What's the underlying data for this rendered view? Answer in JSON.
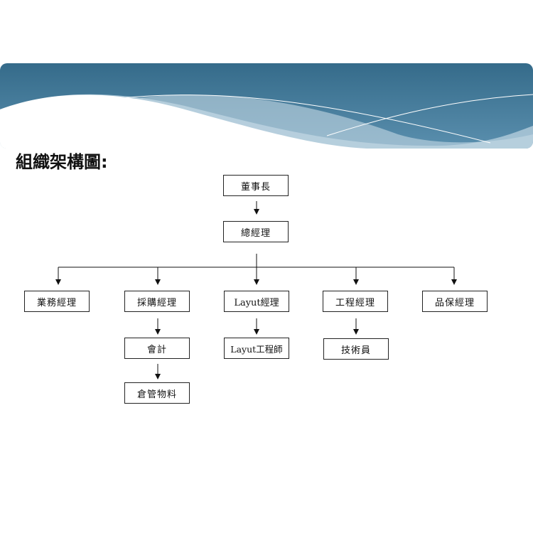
{
  "title": "組織架構圖:",
  "colors": {
    "banner_dark": "#356b8a",
    "banner_light": "#8fb6cc",
    "line": "#111111"
  },
  "nodes": {
    "chairman": "董事長",
    "gm": "總經理",
    "sales_mgr": "業務經理",
    "purchase_mgr": "採購經理",
    "layout_mgr": "Layut經理",
    "eng_mgr": "工程經理",
    "qa_mgr": "品保經理",
    "accounting": "會計",
    "layout_eng": "Layut工程師",
    "technician": "技術員",
    "warehouse": "倉管物料"
  }
}
